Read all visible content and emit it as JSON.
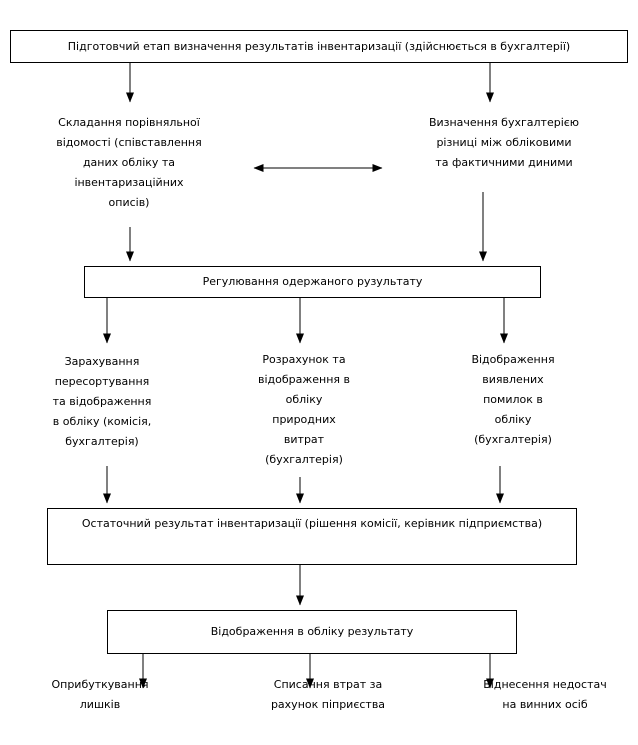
{
  "diagram": {
    "background_color": "#ffffff",
    "line_color": "#000000",
    "boxes": {
      "preparatory": "Підготовчий етап визначення результатів інвентаризації (здійснюється в бухгалтерії)",
      "regulation": "Регулювання одержаного рузультату",
      "final": "Остаточний результат інвентаризації (рішення комісії, керівник підприємства)",
      "reflection": "Відображення в обліку результату"
    },
    "nodes": {
      "comparison": "Складання порівняльної\nвідомості (співставлення\nданих обліку та\nінвентаризаційних\nописів)",
      "determination": "Визначення бухгалтерією\nрізниці між обліковими\nта фактичними диними",
      "offset": "Зарахування\nпересортування\nта відображення\nв обліку (комісія,\nбухгалтерія)",
      "natural_losses": "Розрахунок та\nвідображення в\nобліку\nприродних\nвитрат\n(бухгалтерія)",
      "errors": "Відображення\nвиявлених\nпомилок в\nобліку\n(бухгалтерія)",
      "surplus": "Оприбуткування\nлишків",
      "losses_writeoff": "Списання втрат за\nрахунок піприєства",
      "shortage": "Віднесення недостач\nна винних осіб"
    }
  }
}
